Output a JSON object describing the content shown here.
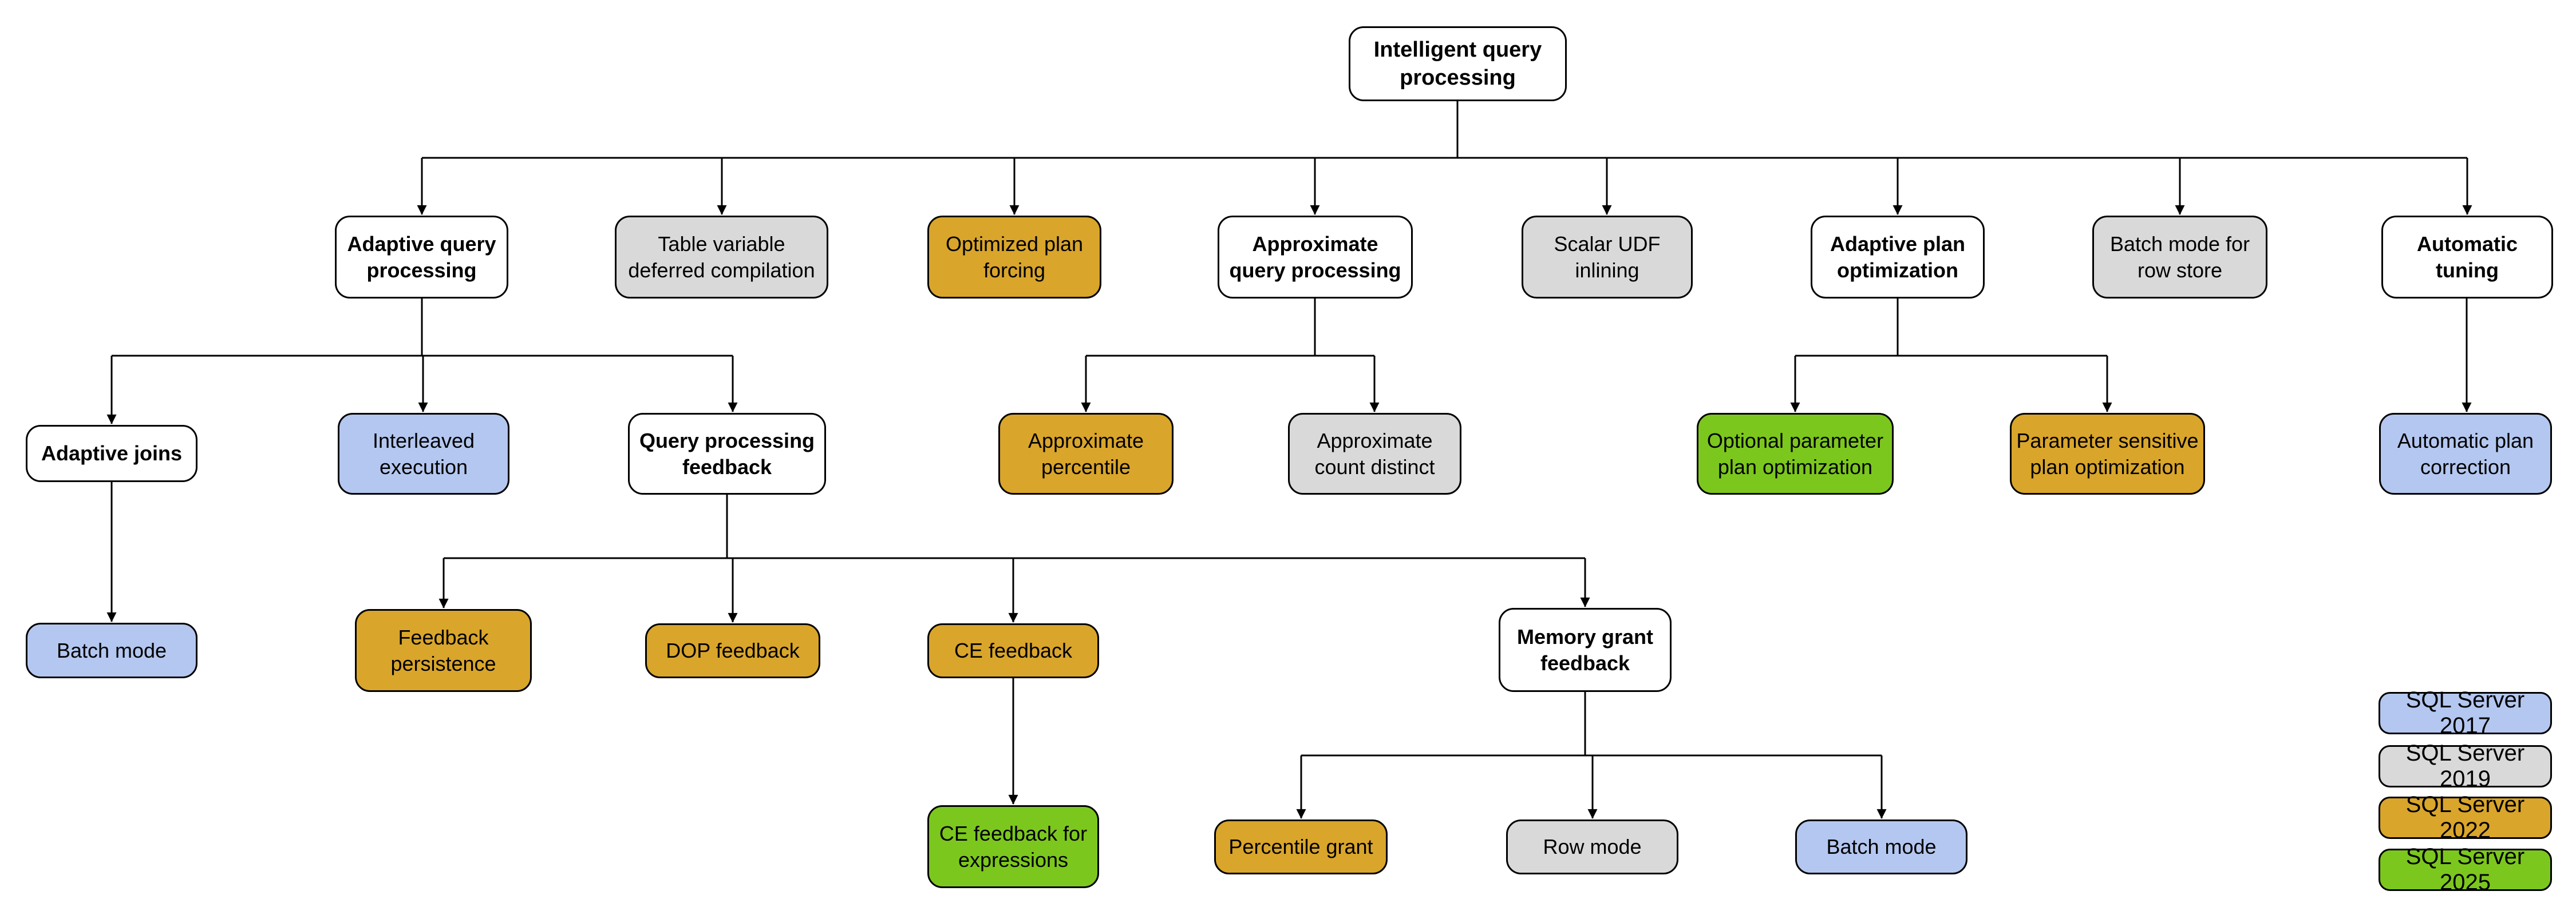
{
  "diagram_title": "Intelligent query processing",
  "colors": {
    "base_white": "#FFFFFF",
    "v2017_blue": "#B4C7F0",
    "v2019_gray": "#D9D9D9",
    "v2022_gold": "#D9A52B",
    "v2025_green": "#7CC71E",
    "border_black": "#000000",
    "line_black": "#000000"
  },
  "nodes": {
    "root": {
      "label": "Intelligent query\nprocessing"
    },
    "adaptive_query_processing": {
      "label": "Adaptive query\nprocessing"
    },
    "table_variable_deferred_compilation": {
      "label": "Table variable\ndeferred compilation"
    },
    "optimized_plan_forcing": {
      "label": "Optimized plan\nforcing"
    },
    "approximate_query_processing": {
      "label": "Approximate\nquery processing"
    },
    "scalar_udf_inlining": {
      "label": "Scalar UDF\ninlining"
    },
    "adaptive_plan_optimization": {
      "label": "Adaptive plan\noptimization"
    },
    "batch_mode_for_row_store": {
      "label": "Batch mode for\nrow store"
    },
    "automatic_tuning": {
      "label": "Automatic\ntuning"
    },
    "adaptive_joins": {
      "label": "Adaptive joins"
    },
    "interleaved_execution": {
      "label": "Interleaved\nexecution"
    },
    "query_processing_feedback": {
      "label": "Query processing\nfeedback"
    },
    "approximate_percentile": {
      "label": "Approximate\npercentile"
    },
    "approximate_count_distinct": {
      "label": "Approximate\ncount distinct"
    },
    "optional_parameter_plan_optimization": {
      "label": "Optional parameter\nplan optimization"
    },
    "parameter_sensitive_plan_optimization": {
      "label": "Parameter sensitive\nplan optimization"
    },
    "automatic_plan_correction": {
      "label": "Automatic plan\ncorrection"
    },
    "batch_mode_adaptive_joins": {
      "label": "Batch mode"
    },
    "feedback_persistence": {
      "label": "Feedback\npersistence"
    },
    "dop_feedback": {
      "label": "DOP feedback"
    },
    "ce_feedback": {
      "label": "CE feedback"
    },
    "memory_grant_feedback": {
      "label": "Memory grant\nfeedback"
    },
    "ce_feedback_for_expressions": {
      "label": "CE feedback for\nexpressions"
    },
    "percentile_grant": {
      "label": "Percentile grant"
    },
    "row_mode": {
      "label": "Row mode"
    },
    "batch_mode_memory_grant": {
      "label": "Batch mode"
    }
  },
  "legend": {
    "items": [
      {
        "label": "SQL Server 2017",
        "color_key": "v2017_blue"
      },
      {
        "label": "SQL Server 2019",
        "color_key": "v2019_gray"
      },
      {
        "label": "SQL Server 2022",
        "color_key": "v2022_gold"
      },
      {
        "label": "SQL Server 2025",
        "color_key": "v2025_green"
      }
    ]
  }
}
